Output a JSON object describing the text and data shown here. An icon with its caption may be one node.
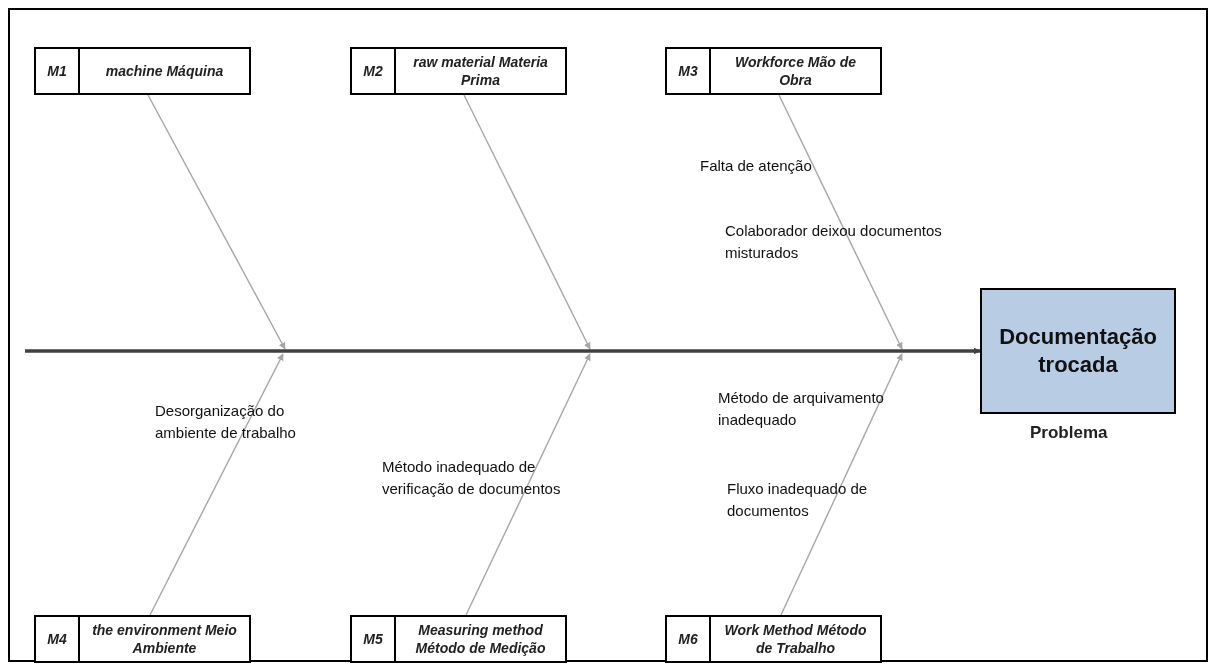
{
  "diagram": {
    "nodes": [
      {
        "text": [
          "M1",
          "machine Máquina"
        ]
      },
      {
        "text": [
          "M2",
          "raw material Materia Prima"
        ]
      },
      {
        "text": [
          "M3",
          "Workforce Mão de Obra"
        ]
      },
      {
        "text": [
          "M4",
          "the environment Meio Ambiente"
        ]
      },
      {
        "text": [
          "M5",
          "Measuring method Método de Medição"
        ]
      },
      {
        "text": [
          "M6",
          "Work Method Método de Trabalho"
        ]
      },
      {
        "text": [
          "Documentação trocada"
        ],
        "beside": [
          "Problema"
        ]
      }
    ],
    "edges": [
      {
        "from": 0,
        "to": null,
        "arrow": "to"
      },
      {
        "from": 1,
        "to": null,
        "arrow": "to"
      },
      {
        "from": 2,
        "to": null,
        "arrow": "to"
      },
      {
        "from": 3,
        "to": null,
        "arrow": "to"
      },
      {
        "from": 4,
        "to": null,
        "arrow": "to"
      },
      {
        "from": 5,
        "to": null,
        "arrow": "to"
      },
      {
        "from": null,
        "to": 6,
        "arrow": "to",
        "style": "thick",
        "color": "#404040"
      }
    ],
    "labels": [
      "Falta de atenção",
      "Colaborador deixou documentos misturados",
      "Método de arquivamento inadequado",
      "Desorganização do ambiente de trabalho",
      "Método inadequado de verificação de documentos",
      "Fluxo inadequado de documentos"
    ]
  }
}
